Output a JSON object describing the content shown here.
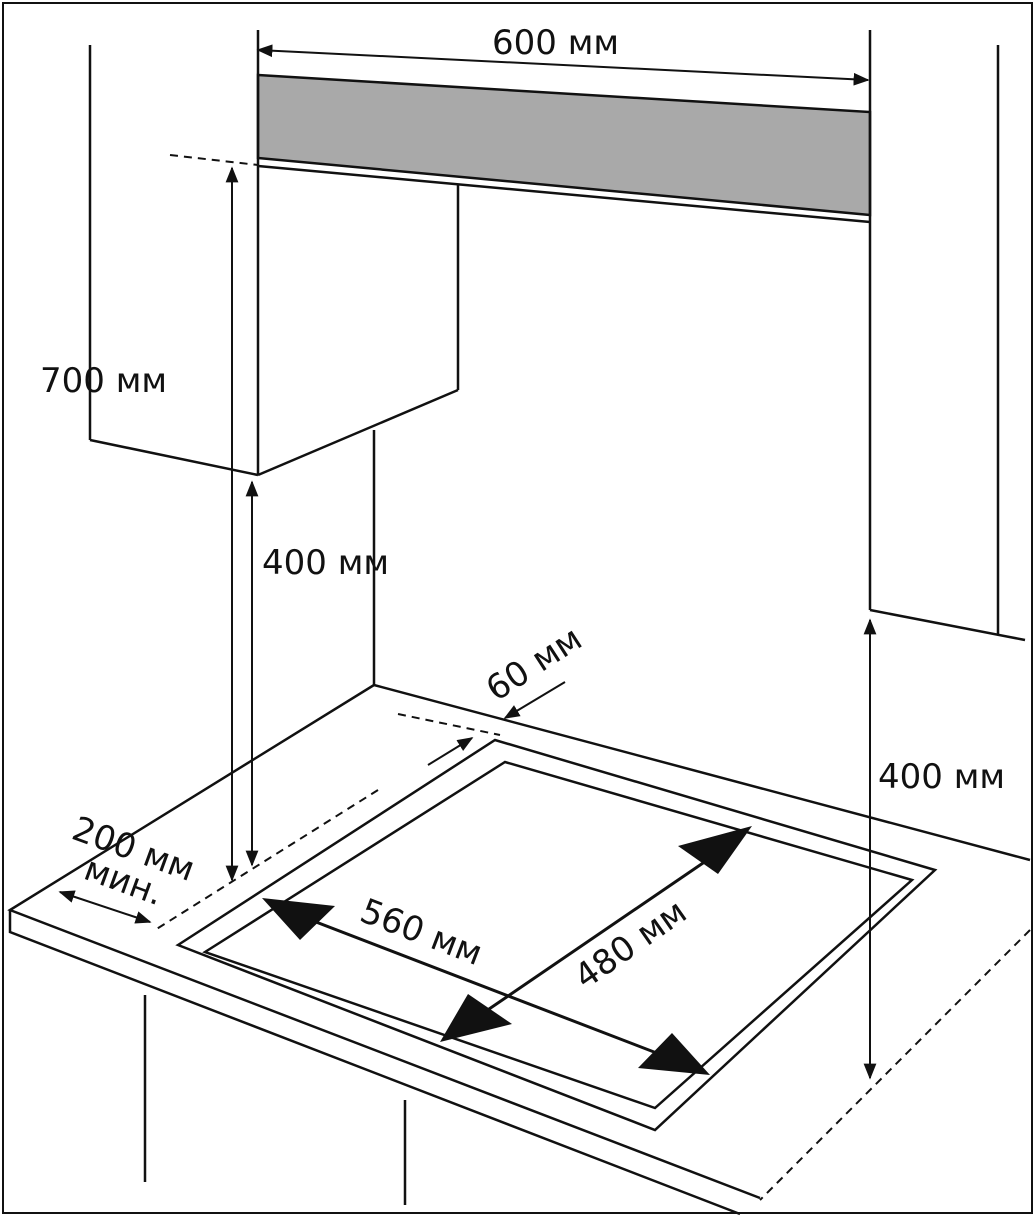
{
  "diagram": {
    "labels": {
      "hood_width": "600 мм",
      "height_total": "700 мм",
      "height_left": "400 мм",
      "height_right": "400 мм",
      "back_gap": "60 мм",
      "side_gap": "200 мм",
      "side_gap_note": "мин.",
      "cutout_width": "560 мм",
      "cutout_depth": "480 мм"
    },
    "colors": {
      "hood": "#a9a9a9",
      "line": "#111111"
    }
  }
}
